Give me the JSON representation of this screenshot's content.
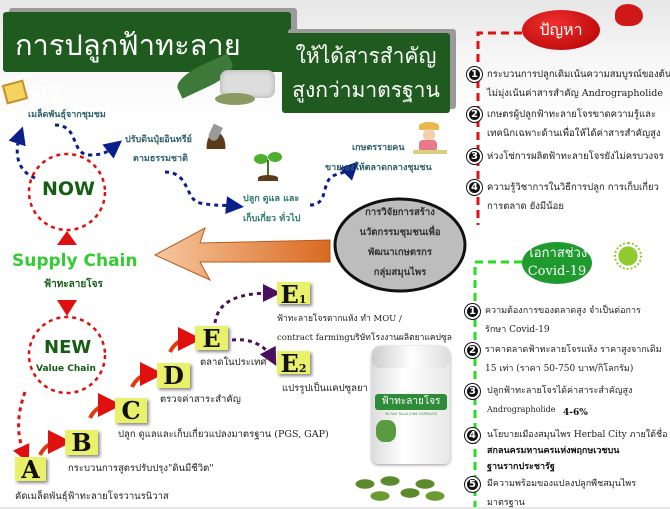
{
  "title": {
    "line1": "การปลูกฟ้าทะลายโจร",
    "line2": "ให้ได้สารสำคัญ",
    "line3": "สูงกว่ามาตรฐาน"
  },
  "now_flow": {
    "seed": "เมล็ดพันธุ์จากชุมชม",
    "soil1": "ปรับดินปุ๋ยอินทรีย์",
    "soil2": "ตามธรรมชาติ",
    "grow1": "ปลูก ดูแล และ",
    "grow2": "เก็บเกี่ยว ทั่วไป",
    "sell1": "เกษตรรายคน",
    "sell2": "ขายเองให้ตลาดกลางชุมชน",
    "now": "NOW"
  },
  "center": {
    "supply_chain": "Supply Chain",
    "herb": "ฟ้าทะลายโจร",
    "new": "NEW",
    "value_chain": "Value Chain"
  },
  "research": [
    "การวิจัยการสร้าง",
    "นวัตกรรมชุมชนเพื่อ",
    "พัฒนาเกษตรกร",
    "กลุ่มสมุนไพร"
  ],
  "steps": {
    "A": {
      "letter": "A",
      "text": "คัดเมล็ดพันธุ์ฟ้าทะลายโจรวานรนิวาส"
    },
    "B": {
      "letter": "B",
      "text": "กระบวนการสูตรปรับปรุง\"ดินมีชีวิต\""
    },
    "C": {
      "letter": "C",
      "text": "ปลูก ดูแลและเก็บเกี่ยวแปลงมาตรฐาน (PGS, GAP)"
    },
    "D": {
      "letter": "D",
      "text": "ตรวจค่าสาระสำคัญ"
    },
    "E": {
      "letter": "E",
      "text": "ตลาดในประเทศ"
    },
    "E1": {
      "letter": "E",
      "sub": "1",
      "text1": "ฟ้าทะลายโจรตากแห้ง ทำ MOU /",
      "text2": "contract farmingบริษัทโรงงานผลิตยาแคปซูล"
    },
    "E2": {
      "letter": "E",
      "sub": "2",
      "text": "แปรรูปเป็นแคปซูลยา"
    }
  },
  "bottle": {
    "name": "ฟ้าทะลายโจร",
    "sub": "YA FAH TALAI JONE CAPSULES"
  },
  "problems": {
    "title": "ปัญหา",
    "items": [
      {
        "n": "1",
        "l1": "กระบวนการปลูกเดิมเน้นความสมบูรณ์ของต้น",
        "l2": "ไม่มุ่งเน้นค่าสารสำคัญ Andrographolide"
      },
      {
        "n": "2",
        "l1": "เกษตรผู้ปลูกฟ้าทะลายโจรขาดความรู้และ",
        "l2": "เทคนิกเฉพาะด้านเพื่อให้ได้ค่าสารสำคัญสูง"
      },
      {
        "n": "3",
        "l1": "ห่วงโซ่การผลิตฟ้าทะลายโจรยังไม่ครบวงจร",
        "l2": ""
      },
      {
        "n": "4",
        "l1": "ความรู้วิชาการในวิธีการปลูก การเก็บเกี่ยว",
        "l2": "การตลาด ยังมีน้อย"
      }
    ]
  },
  "opportunity": {
    "title1": "โอกาสช่วง",
    "title2": "Covid-19",
    "items": [
      {
        "n": "1",
        "l1": "ความต้องการของตลาดสูง จำเป็นต่อการ",
        "l2": "รักษา Covid-19"
      },
      {
        "n": "2",
        "l1": "ราคาตลาดฟ้าทะลายโจรแห้ง ราคาสูงจากเดิม",
        "l2": "15 เท่า (ราคา 50-750 บาท/กิโลกรัม)"
      },
      {
        "n": "3",
        "l1": "ปลูกฟ้าทะลายโจรได้ค่าสาระสำคัญสูง",
        "l2": "Andrographolide",
        "l2b": "4-6%"
      },
      {
        "n": "4",
        "l1": "นโยบายเมืองสมุนไพร Herbal City ภายใต้ชื่อ",
        "l2": "สกลนครมหานครแห่งพฤกษเวชบน",
        "l3": "ฐานรากประชารัฐ"
      },
      {
        "n": "5",
        "l1": "มีความพร้อมของแปลงปลูกพืชสมุนไพร",
        "l2": "มาตรฐาน"
      }
    ]
  },
  "colors": {
    "green_dark": "#1f5a1f",
    "red": "#e01010",
    "green": "#22bb22",
    "label": "#e9f06a"
  }
}
